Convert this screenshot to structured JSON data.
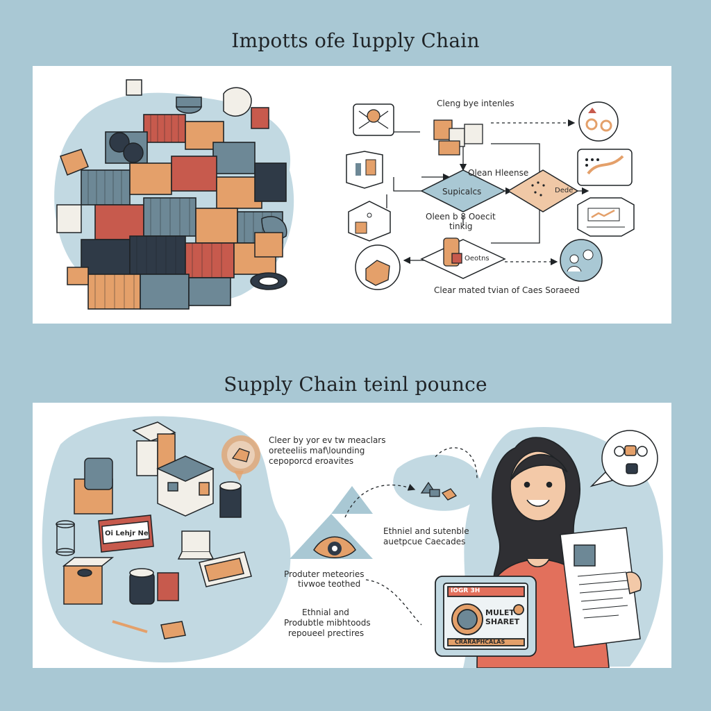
{
  "headings": {
    "top": "Impotts ofe Iupply Chain",
    "bottom": "Supply Chain teinl pounce"
  },
  "flow": {
    "top_label": "Cleng bye intenles",
    "oleen_label": "Olean Hleense",
    "diamond_left": "Supicalcs",
    "diamond_right": "Dede",
    "mid_label_1": "Oleen b 8 Ooecit",
    "mid_label_2": "tinkig",
    "bottom_diamond": "Oeotns",
    "bottom_label": "Clear mated tvian of Caes Soraeed"
  },
  "story": {
    "desc_1": "Cleer by yor ev tw meaclars",
    "desc_2": "oreteeliis maf\\lounding",
    "desc_3": "cepoporcd eroavites",
    "ethical_1": "Ethniel and sutenble",
    "ethical_2": "auetpcue Caecades",
    "produc_1": "Produter meteories",
    "produc_2": "tivwoe teothed",
    "ethnical_1": "Ethnial and",
    "ethnical_2": "Produbtle mibhtoods",
    "ethnical_3": "repoueel prectires",
    "tag_text": "Oi Lehjr Ne",
    "tablet_label": "IOGR 3H",
    "tablet_title_1": "MULET",
    "tablet_title_2": "SHARET",
    "tablet_footer": "CRARAPHCALAS"
  },
  "colors": {
    "background": "#a9c8d4",
    "panel": "#ffffff",
    "ink": "#1f2326",
    "orange": "#e4a06a",
    "slate": "#6d8896",
    "red": "#c75a4d",
    "navy": "#2f3a47",
    "blob": "#c2d9e2",
    "shirt": "#e2705c"
  },
  "icons": [
    "envelope-pin-icon",
    "boxes-icon",
    "hands-icon",
    "factory-icon",
    "dashboard-icon",
    "checklist-icon",
    "worker-icon",
    "barrels-icon",
    "package-icon",
    "person-idea-icon",
    "eye-triangle-icon",
    "chat-bubble-icon"
  ]
}
